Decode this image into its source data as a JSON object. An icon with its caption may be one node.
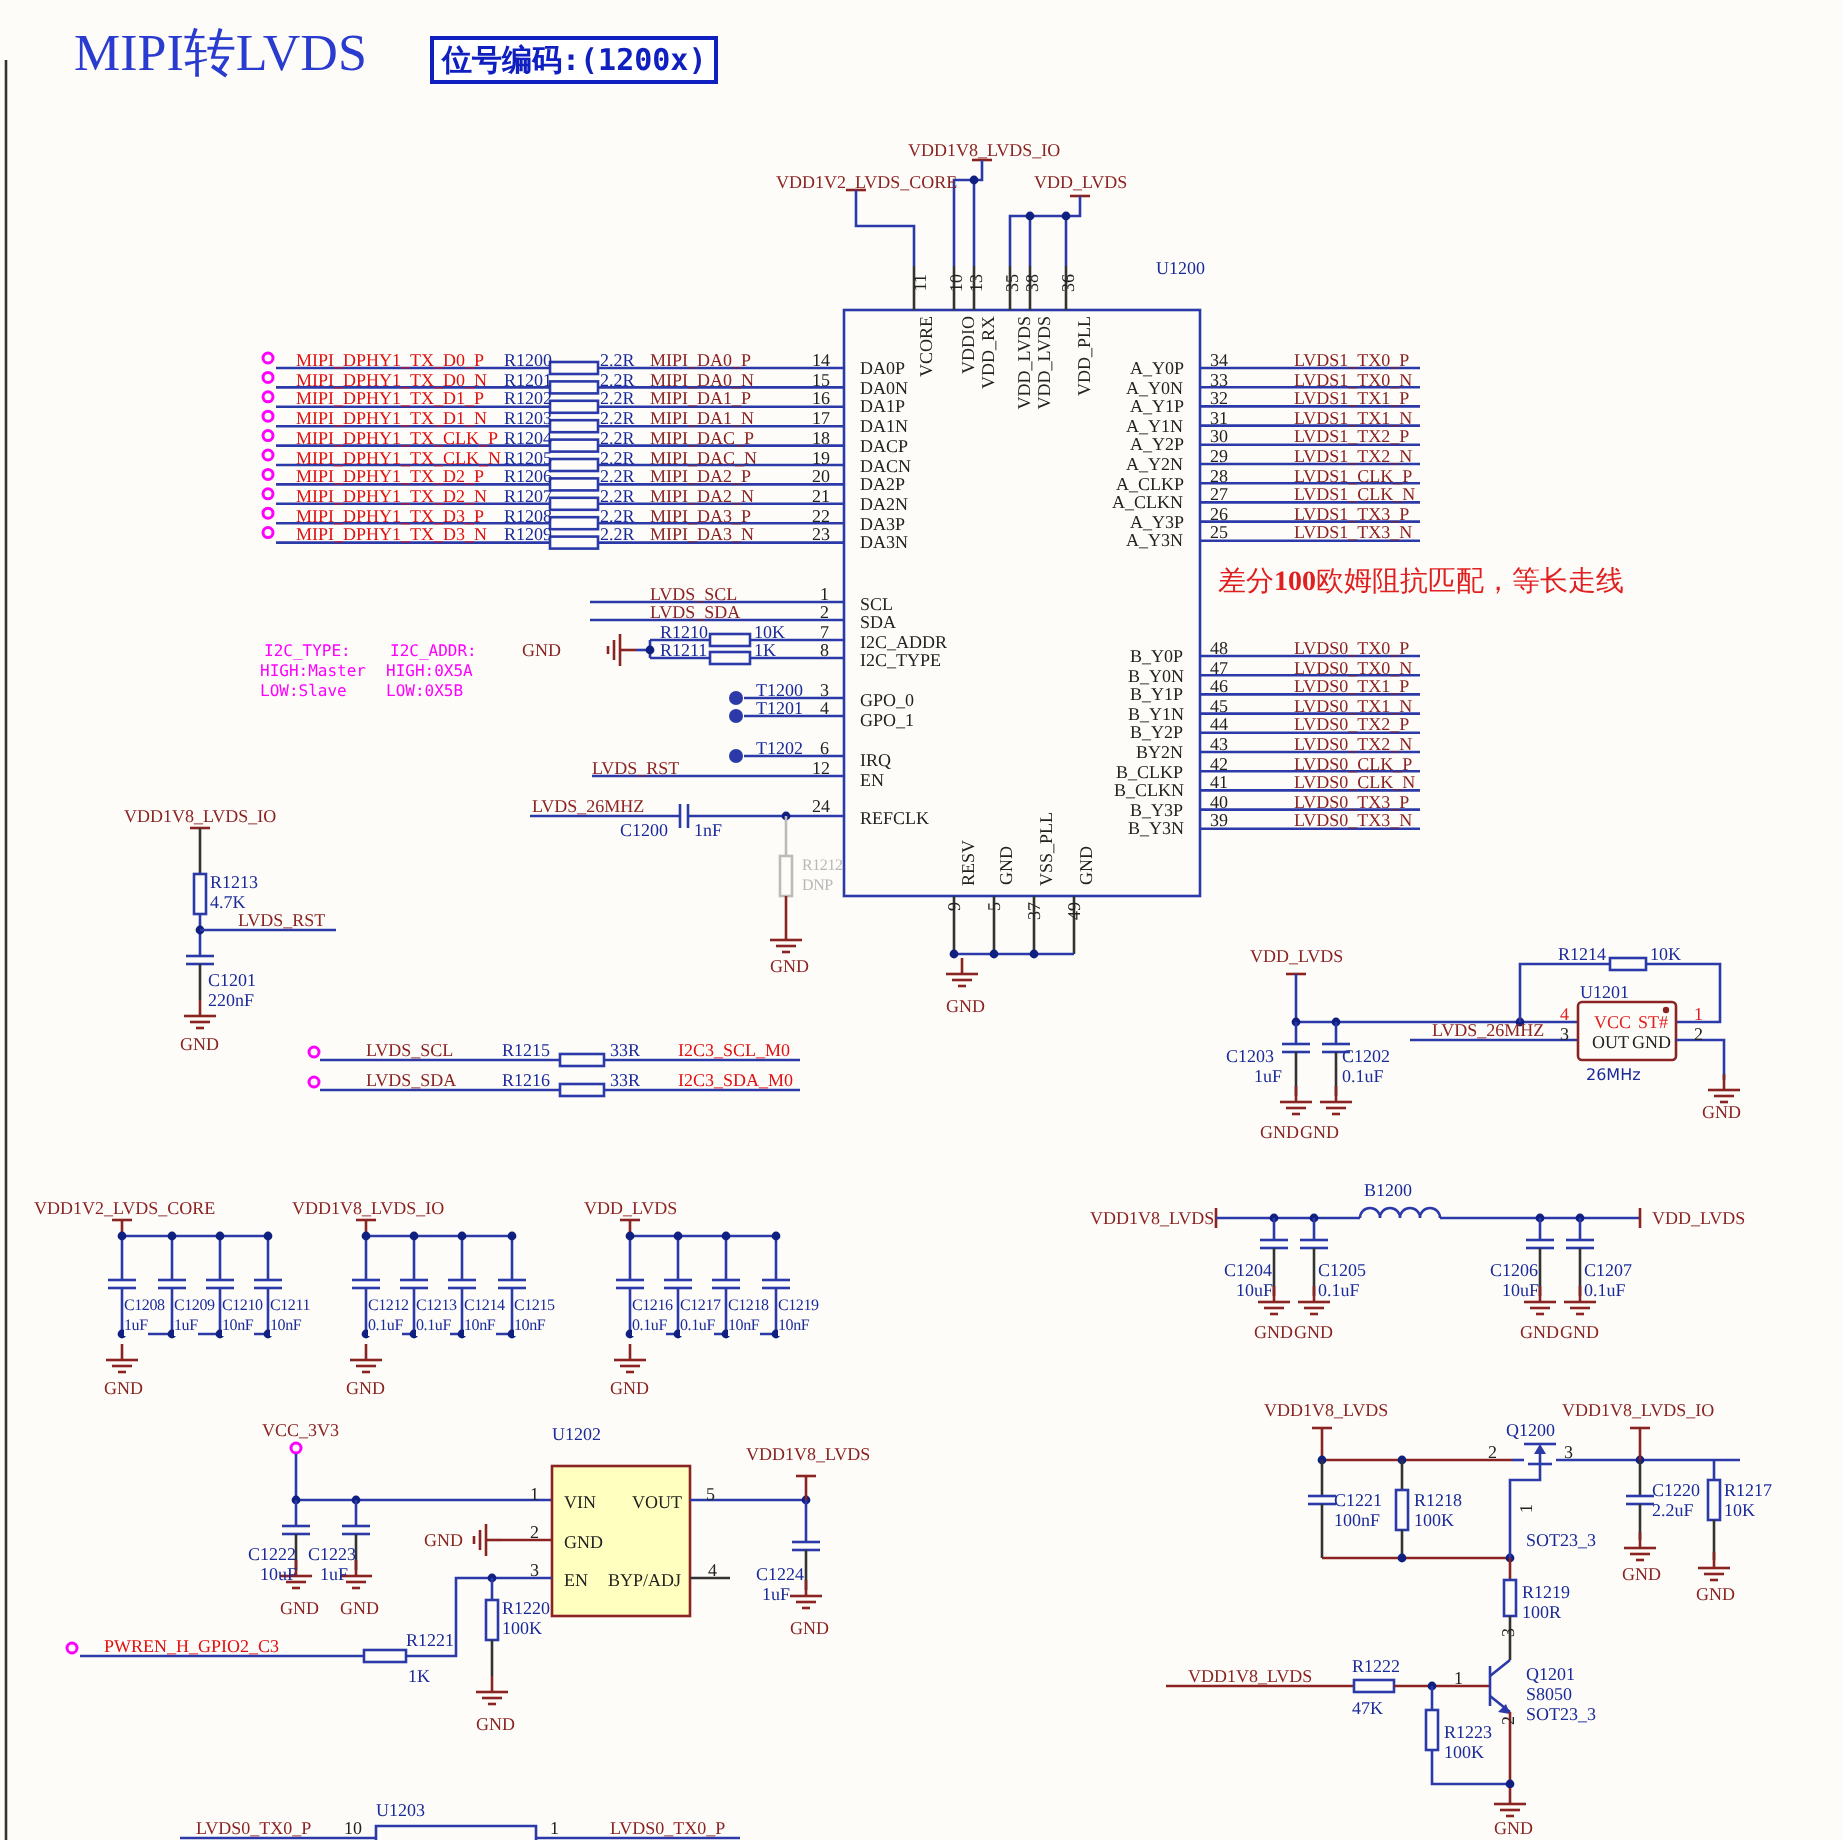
{
  "diagram": {
    "title": "MIPI转LVDS",
    "labels": [
      "位号编码:(1200x)",
      "VDD1V8_LVDS_IO",
      "VDD1V2_LVDS_CORE",
      "VDD_LVDS",
      "U1200",
      "11",
      "10",
      "13",
      "35",
      "38",
      "36",
      "VCORE",
      "VDDIO",
      "VDD_RX",
      "VDD_LVDS",
      "VDD_LVDS",
      "VDD_PLL",
      "MIPI_DPHY1_TX_D0_P",
      "R1200",
      "2.2R",
      "MIPI_DA0_P",
      "14",
      "DA0P",
      "MIPI_DPHY1_TX_D0_N",
      "R1201",
      "2.2R",
      "MIPI_DA0_N",
      "15",
      "DA0N",
      "MIPI_DPHY1_TX_D1_P",
      "R1202",
      "2.2R",
      "MIPI_DA1_P",
      "16",
      "DA1P",
      "MIPI_DPHY1_TX_D1_N",
      "R1203",
      "2.2R",
      "MIPI_DA1_N",
      "17",
      "DA1N",
      "MIPI_DPHY1_TX_CLK_P",
      "R1204",
      "2.2R",
      "MIPI_DAC_P",
      "18",
      "DACP",
      "MIPI_DPHY1_TX_CLK_N",
      "R1205",
      "2.2R",
      "MIPI_DAC_N",
      "19",
      "DACN",
      "MIPI_DPHY1_TX_D2_P",
      "R1206",
      "2.2R",
      "MIPI_DA2_P",
      "20",
      "DA2P",
      "MIPI_DPHY1_TX_D2_N",
      "R1207",
      "2.2R",
      "MIPI_DA2_N",
      "21",
      "DA2N",
      "MIPI_DPHY1_TX_D3_P",
      "R1208",
      "2.2R",
      "MIPI_DA3_P",
      "22",
      "DA3P",
      "MIPI_DPHY1_TX_D3_N",
      "R1209",
      "2.2R",
      "MIPI_DA3_N",
      "23",
      "DA3N",
      "LVDS_SCL",
      "1",
      "SCL",
      "LVDS_SDA",
      "2",
      "SDA",
      "R1210",
      "10K",
      "7",
      "I2C_ADDR",
      "I2C_TYPE:",
      "I2C_ADDR:",
      "GND",
      "R1211",
      "1K",
      "8",
      "I2C_TYPE",
      "HIGH:Master",
      "HIGH:0X5A",
      "LOW:Slave",
      "LOW:0X5B",
      "T1200",
      "3",
      "GPO_0",
      "T1201",
      "4",
      "GPO_1",
      "T1202",
      "6",
      "IRQ",
      "LVDS_RST",
      "12",
      "EN",
      "LVDS_26MHZ",
      "24",
      "REFCLK",
      "C1200",
      "1nF",
      "R1212",
      "DNP",
      "GND",
      "A_Y0P",
      "34",
      "LVDS1_TX0_P",
      "A_Y0N",
      "33",
      "LVDS1_TX0_N",
      "A_Y1P",
      "32",
      "LVDS1_TX1_P",
      "A_Y1N",
      "31",
      "LVDS1_TX1_N",
      "A_Y2P",
      "30",
      "LVDS1_TX2_P",
      "A_Y2N",
      "29",
      "LVDS1_TX2_N",
      "A_CLKP",
      "28",
      "LVDS1_CLK_P",
      "A_CLKN",
      "27",
      "LVDS1_CLK_N",
      "A_Y3P",
      "26",
      "LVDS1_TX3_P",
      "A_Y3N",
      "25",
      "LVDS1_TX3_N",
      "差分**100**欧姆阻抗匹配，等长走线",
      "B_Y0P",
      "48",
      "LVDS0_TX0_P",
      "B_Y0N",
      "47",
      "LVDS0_TX0_N",
      "B_Y1P",
      "46",
      "LVDS0_TX1_P",
      "B_Y1N",
      "45",
      "LVDS0_TX1_N",
      "B_Y2P",
      "44",
      "LVDS0_TX2_P",
      "BY2N",
      "43",
      "LVDS0_TX2_N",
      "B_CLKP",
      "42",
      "LVDS0_CLK_P",
      "B_CLKN",
      "41",
      "LVDS0_CLK_N",
      "B_Y3P",
      "40",
      "LVDS0_TX3_P",
      "B_Y3N",
      "39",
      "LVDS0_TX3_N",
      "RESV",
      "GND",
      "VSS_PLL",
      "GND",
      "9",
      "5",
      "37",
      "49",
      "GND",
      "VDD1V8_LVDS_IO",
      "R1213",
      "4.7K",
      "LVDS_RST",
      "C1201",
      "220nF",
      "GND",
      "LVDS_SCL",
      "R1215",
      "33R",
      "I2C3_SCL_M0",
      "LVDS_SDA",
      "R1216",
      "33R",
      "I2C3_SDA_M0",
      "VDD1V2_LVDS_CORE",
      "C1208",
      "C1209",
      "C1210",
      "C1211",
      "1uF",
      "1uF",
      "10nF",
      "10nF",
      "GND",
      "VDD1V8_LVDS_IO",
      "C1212",
      "C1213",
      "C1214",
      "C1215",
      "0.1uF",
      "0.1uF",
      "10nF",
      "10nF",
      "GND",
      "VDD_LVDS",
      "C1216",
      "C1217",
      "C1218",
      "C1219",
      "0.1uF",
      "0.1uF",
      "10nF",
      "10nF",
      "GND",
      "VDD_LVDS",
      "R1214",
      "10K",
      "U1201",
      "4",
      "VCC",
      "ST#",
      "1",
      "LVDS_26MHZ",
      "3",
      "OUT",
      "GND",
      "2",
      "C1203",
      "C1202",
      "1uF",
      "0.1uF",
      "26MHz",
      "GND",
      "GND",
      "GND",
      "B1200",
      "VDD1V8_LVDS",
      "VDD_LVDS",
      "C1204",
      "C1205",
      "C1206",
      "C1207",
      "10uF",
      "0.1uF",
      "10uF",
      "0.1uF",
      "GND",
      "GND",
      "GND",
      "GND",
      "VCC_3V3",
      "U1202",
      "VDD1V8_LVDS",
      "1",
      "VIN",
      "VOUT",
      "5",
      "GND",
      "2",
      "GND",
      "3",
      "EN",
      "BYP/ADJ",
      "4",
      "C1222",
      "C1223",
      "10uF",
      "1uF",
      "C1224",
      "1uF",
      "GND",
      "GND",
      "GND",
      "R1220",
      "100K",
      "PWREN_H_GPIO2_C3",
      "R1221",
      "1K",
      "GND",
      "VDD1V8_LVDS",
      "VDD1V8_LVDS_IO",
      "Q1200",
      "2",
      "3",
      "C1221",
      "R1218",
      "C1220",
      "R1217",
      "100nF",
      "100K",
      "2.2uF",
      "10K",
      "1",
      "SOT23_3",
      "GND",
      "R1219",
      "GND",
      "100R",
      "3",
      "VDD1V8_LVDS",
      "R1222",
      "1",
      "Q1201",
      "S8050",
      "47K",
      "SOT23_3",
      "2",
      "R1223",
      "100K",
      "GND",
      "U1203",
      "LVDS0_TX0_P",
      "10",
      "1",
      "LVDS0_TX0_P"
    ]
  }
}
